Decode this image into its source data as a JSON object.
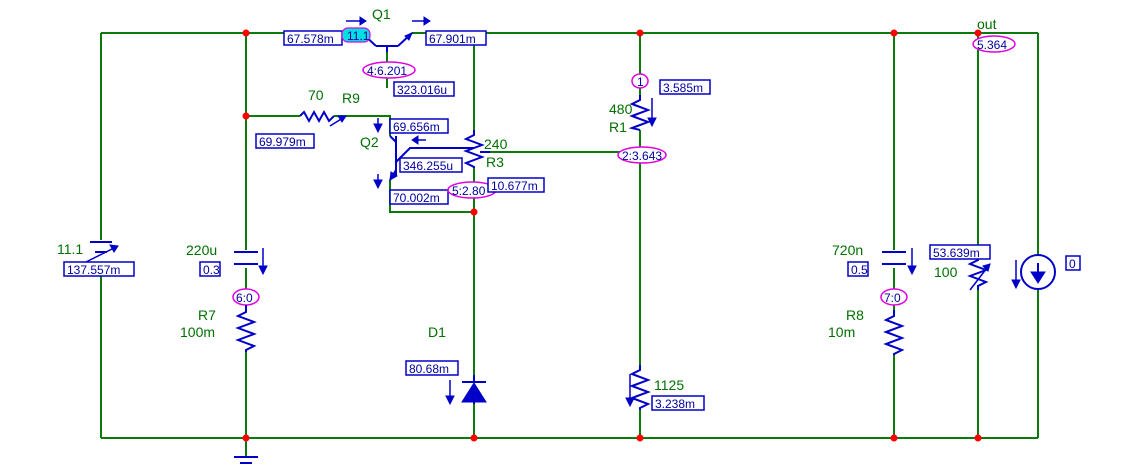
{
  "components": {
    "q1": {
      "name": "Q1",
      "base_current": "67.578m",
      "emitter_voltage": "11.1",
      "collector_current": "67.901m",
      "base_node": "4:6.201",
      "base_current_small": "323.016u"
    },
    "q2": {
      "name": "Q2",
      "collector_current": "69.656m",
      "base_current": "346.255u",
      "emitter_current": "70.002m"
    },
    "r9": {
      "name": "R9",
      "value": "70",
      "current": "69.979m"
    },
    "r3": {
      "name": "R3",
      "value": "240",
      "node": "5:2.80",
      "current": "10.677m"
    },
    "r1": {
      "name": "R1",
      "value": "480",
      "node_top": "1",
      "current": "3.585m",
      "node_mid": "2:3.643"
    },
    "battery": {
      "value": "11.1",
      "current": "137.557m"
    },
    "c1": {
      "value": "220u",
      "current": "0.3",
      "node": "6:0"
    },
    "r7": {
      "name": "R7",
      "value": "100m"
    },
    "d1": {
      "name": "D1",
      "current": "80.68m"
    },
    "r_pot": {
      "value": "1125",
      "current": "3.238m"
    },
    "c2": {
      "value": "720n",
      "current": "0.5",
      "node": "7:0"
    },
    "r8": {
      "name": "R8",
      "value": "10m"
    },
    "r_load": {
      "value": "100",
      "current": "53.639m"
    },
    "out": {
      "label": "out",
      "voltage": "5.364"
    },
    "current_source": {
      "value": "0"
    }
  },
  "colors": {
    "wire": "#0a7a0a",
    "component": "#0000c8",
    "junction": "#ff0000",
    "node_marker": "#e000e0",
    "highlight": "#00e0e0"
  }
}
